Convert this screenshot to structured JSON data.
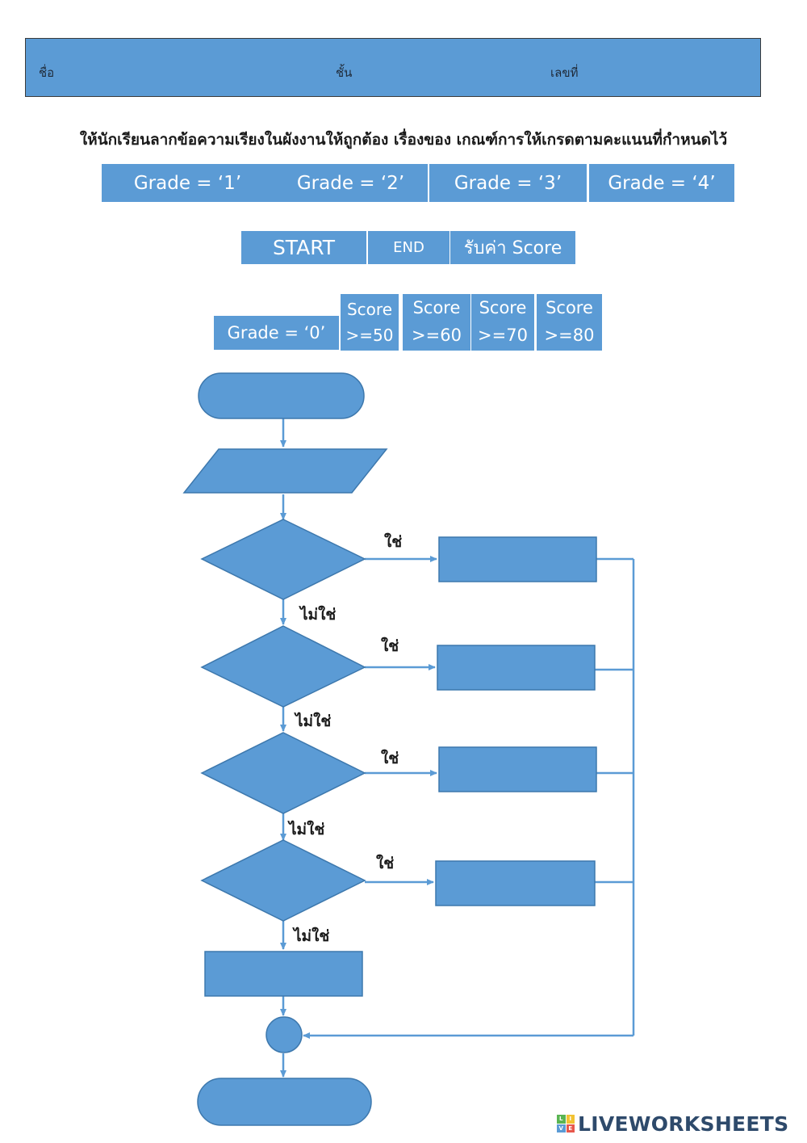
{
  "header": {
    "name_label": "ชื่อ",
    "class_label": "ชั้น",
    "number_label": "เลขที่"
  },
  "instruction": "ให้นักเรียนลากข้อความเรียงในผังงานให้ถูกต้อง เรื่องของ เกณฑ์การให้เกรดตามคะแนนที่กำหนดไว้",
  "chips": {
    "grade1": "Grade = ‘1’",
    "grade2": "Grade = ‘2’",
    "grade3": "Grade = ‘3’",
    "grade4": "Grade = ‘4’",
    "start": "START",
    "end": "END",
    "input_score": "รับค่า Score",
    "grade0": "Grade = ‘0’",
    "score50": {
      "top": "Score",
      "bottom": ">=50"
    },
    "score60": {
      "top": "Score",
      "bottom": ">=60"
    },
    "score70": {
      "top": "Score",
      "bottom": ">=70"
    },
    "score80": {
      "top": "Score",
      "bottom": ">=80"
    }
  },
  "flowchart": {
    "yes_label": "ใช่",
    "no_label": "ไม่ใช่",
    "color": "#5b9bd5",
    "line_color": "#5b9bd5"
  },
  "logo": {
    "text": "LIVEWORKSHEETS",
    "colors": [
      "#5ab552",
      "#f2c232",
      "#5b9bd5",
      "#e7574b"
    ]
  }
}
